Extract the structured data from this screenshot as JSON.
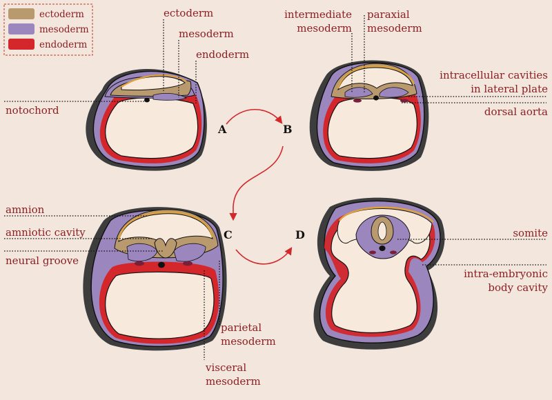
{
  "legend": {
    "items": [
      {
        "label": "ectoderm",
        "color": "#b99a6f"
      },
      {
        "label": "mesoderm",
        "color": "#9b86bd"
      },
      {
        "label": "endoderm",
        "color": "#d3272b"
      }
    ]
  },
  "steps": [
    "A",
    "B",
    "C",
    "D"
  ],
  "labels": {
    "ectoderm": "ectoderm",
    "mesoderm": "mesoderm",
    "endoderm": "endoderm",
    "notochord": "notochord",
    "intermediate_1": "intermediate",
    "intermediate_2": "mesoderm",
    "paraxial_1": "paraxial",
    "paraxial_2": "mesoderm",
    "cavities_1": "intracellular cavities",
    "cavities_2": "in lateral plate",
    "dorsal_aorta": "dorsal aorta",
    "amnion": "amnion",
    "amniotic_cavity": "amniotic cavity",
    "neural_groove": "neural groove",
    "parietal_1": "parietal",
    "parietal_2": "mesoderm",
    "visceral_1": "visceral",
    "visceral_2": "mesoderm",
    "somite": "somite",
    "intra_1": "intra-embryonic",
    "intra_2": "body cavity"
  },
  "colors": {
    "background": "#f2e6dd",
    "shadow": "#3d3d3d",
    "ectoderm": "#b99a6f",
    "mesoderm": "#9b86bd",
    "endoderm": "#d3272b",
    "amnion_edge": "#e0a23a",
    "cavity": "#f7e9dc",
    "label": "#8b1f24"
  }
}
